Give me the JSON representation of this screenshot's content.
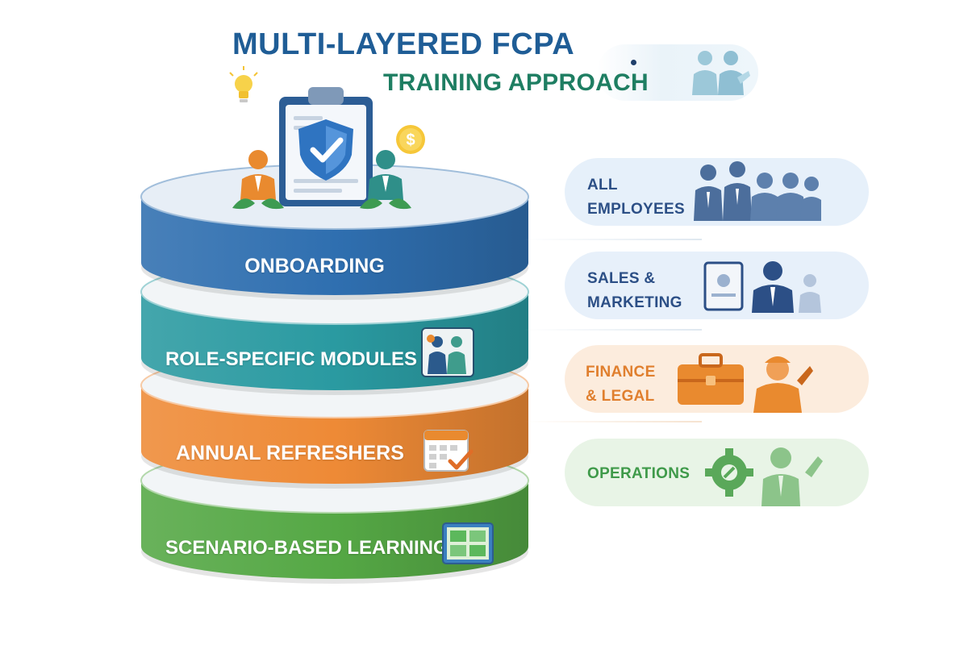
{
  "title": {
    "line1": "MULTI-LAYERED FCPA",
    "line2": "TRAINING APPROACH"
  },
  "layers": [
    {
      "label": "ONBOARDING",
      "color": "#2f6fb0"
    },
    {
      "label": "ROLE-SPECIFIC MODULES",
      "color": "#2a9aa1"
    },
    {
      "label": "ANNUAL REFRESHERS",
      "color": "#ee8a36"
    },
    {
      "label": "SCENARIO-BASED LEARNING",
      "color": "#55a845"
    }
  ],
  "audiences": [
    {
      "line1": "ALL",
      "line2": "EMPLOYEES",
      "color": "#2c4f86",
      "bg": "#e6f0fa",
      "icon": "group-of-employees-icon"
    },
    {
      "line1": "SALES &",
      "line2": "MARKETING",
      "color": "#2c4f86",
      "bg": "#e7f0fa",
      "icon": "salesperson-with-tablet-icon"
    },
    {
      "line1": "FINANCE",
      "line2": "& LEGAL",
      "color": "#e07f2e",
      "bg": "#fcecdd",
      "icon": "briefcase-worker-icon"
    },
    {
      "line1": "OPERATIONS",
      "line2": "",
      "color": "#3f9a4a",
      "bg": "#e8f4e6",
      "icon": "gear-worker-icon"
    }
  ],
  "icons": {
    "top": "clipboard-shield-check-icon",
    "lightbulb": "lightbulb-icon",
    "coin": "dollar-coin-icon",
    "people": "team-icon",
    "layer2": "role-people-icon",
    "layer3": "calendar-check-icon",
    "layer4": "scenario-board-icon"
  }
}
